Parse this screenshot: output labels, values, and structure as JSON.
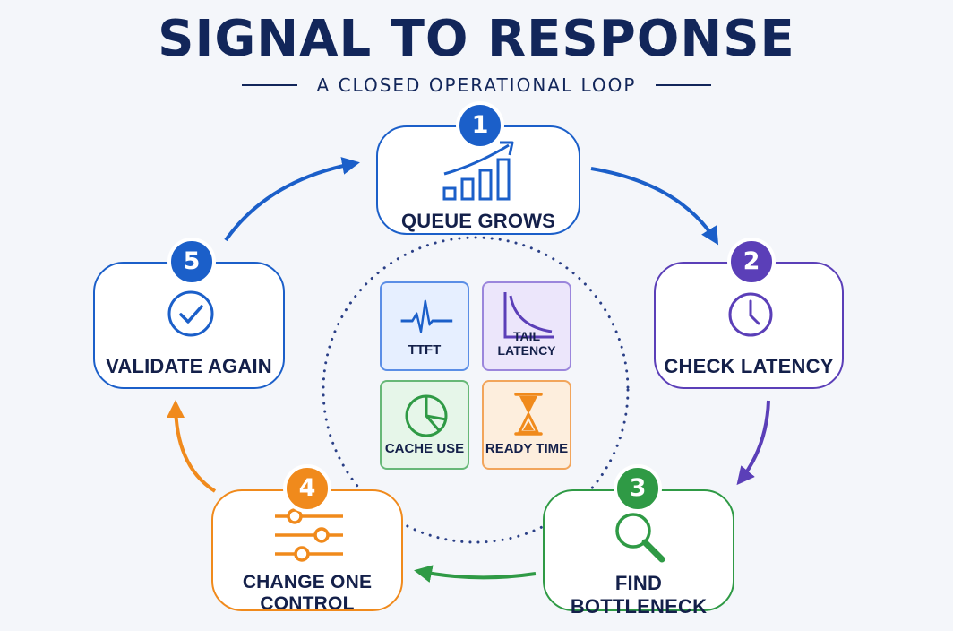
{
  "header": {
    "title": "SIGNAL TO RESPONSE",
    "subtitle": "A CLOSED OPERATIONAL LOOP"
  },
  "colors": {
    "navy": "#12265a",
    "step_blue": "#1b5fc9",
    "step_purple": "#5b3fb8",
    "step_green": "#2f9a45",
    "step_orange": "#f08a1c",
    "dotted_circle": "#2a3f86"
  },
  "steps": [
    {
      "number": "1",
      "label": "QUEUE GROWS",
      "icon": "rising-bar-chart-icon"
    },
    {
      "number": "2",
      "label": "CHECK LATENCY",
      "icon": "clock-icon"
    },
    {
      "number": "3",
      "label": "FIND BOTTLENECK",
      "icon": "magnifier-icon"
    },
    {
      "number": "4",
      "label": "CHANGE ONE CONTROL",
      "icon": "sliders-icon"
    },
    {
      "number": "5",
      "label": "VALIDATE AGAIN",
      "icon": "checkmark-icon"
    }
  ],
  "metrics": [
    {
      "label": "TTFT",
      "icon": "heartbeat-icon"
    },
    {
      "label": "TAIL LATENCY",
      "icon": "decay-curve-icon"
    },
    {
      "label": "CACHE USE",
      "icon": "pie-chart-icon"
    },
    {
      "label": "READY TIME",
      "icon": "hourglass-icon"
    }
  ]
}
